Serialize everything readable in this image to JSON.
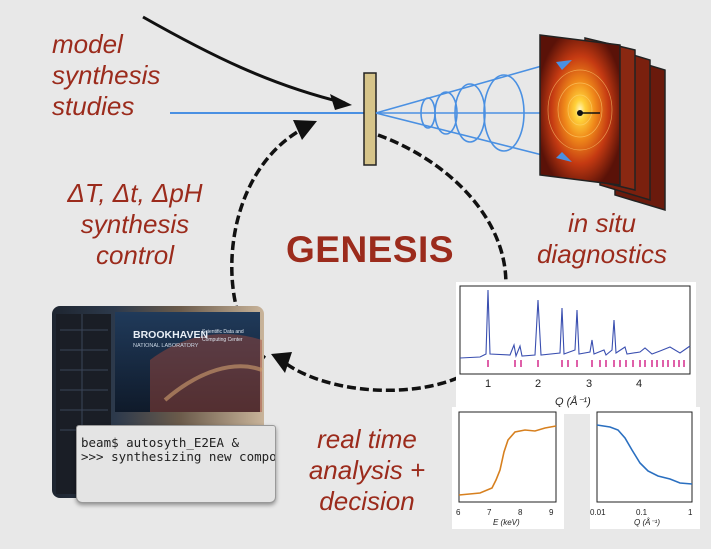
{
  "title": "GENESIS",
  "labels": {
    "model": [
      "model",
      "synthesis",
      "studies"
    ],
    "control": [
      "ΔT, Δt, ΔpH",
      "synthesis",
      "control"
    ],
    "diagnostics": [
      "in situ",
      "diagnostics"
    ],
    "analysis": [
      "real time",
      "analysis +",
      "decision"
    ]
  },
  "terminal": {
    "line1": "beam$ autosyth_E2EA &",
    "line2": ">>> synthesizing new compound"
  },
  "facility_sign": {
    "logo_name": "BROOKHAVEN",
    "logo_sub": "NATIONAL LABORATORY",
    "sign_line1": "Scientific Data and",
    "sign_line2": "Computing Center"
  },
  "colors": {
    "label_red": "#9b2b1c",
    "beam_blue": "#4a90e2",
    "xrd_line": "#3a4fb0",
    "tick_magenta": "#d42a8c",
    "xas_orange": "#d7801f",
    "saxs_blue": "#2a6fc0"
  },
  "xrd_plot": {
    "x_axis_title": "Q (Å⁻¹)",
    "x_ticks": [
      "1",
      "2",
      "3",
      "4"
    ]
  },
  "xas_plot": {
    "x_axis_title": "E (keV)",
    "x_ticks": [
      "6",
      "7",
      "8",
      "9"
    ]
  },
  "saxs_plot": {
    "x_axis_title": "Q (Å⁻¹)",
    "x_ticks": [
      "0.01",
      "0.1",
      "1"
    ]
  }
}
